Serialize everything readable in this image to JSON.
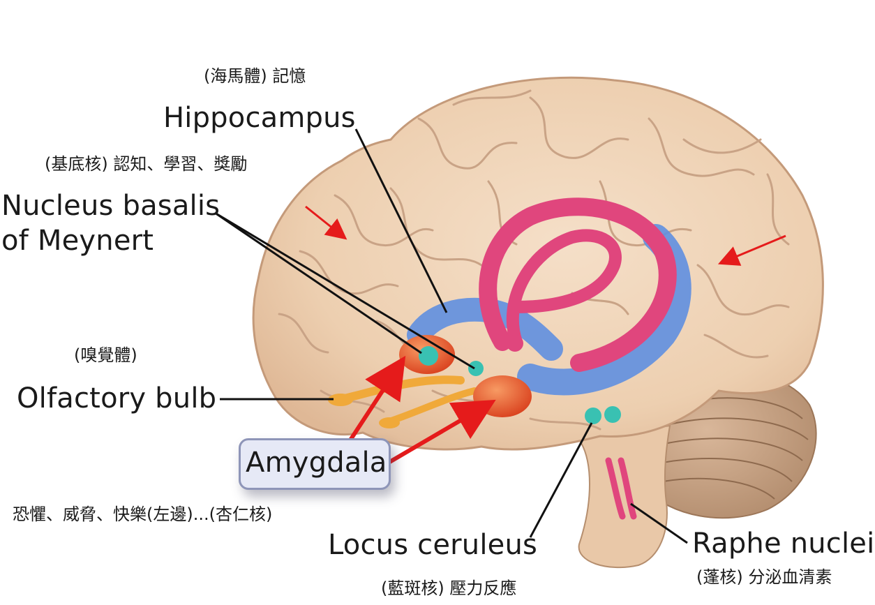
{
  "labels": {
    "hippocampus": "Hippocampus",
    "hippocampus_cn": "(海馬體) 記憶",
    "nucleus_line1": "Nucleus basalis",
    "nucleus_line2": "of Meynert",
    "nucleus_cn": "(基底核) 認知、學習、獎勵",
    "olfactory": "Olfactory bulb",
    "olfactory_cn": "(嗅覺體)",
    "amygdala": "Amygdala",
    "amygdala_cn": "恐懼、威脅、快樂(左邊)...(杏仁核)",
    "locus": "Locus ceruleus",
    "locus_cn": "(藍斑核) 壓力反應",
    "raphe": "Raphe nuclei",
    "raphe_cn": "(蓬核) 分泌血清素"
  },
  "colors": {
    "brain": "#efd2b4",
    "brain_folds": "#c9a386",
    "fornix": "#e0467d",
    "hippocampus_blue": "#5f8fe0",
    "amygdala_orange": "#ec5a2c",
    "olfactory_yellow": "#f0a93a",
    "nuclei_teal": "#39c1b2",
    "arrow_red": "#e51b1b",
    "amygdala_box": "#e6e9f6"
  }
}
